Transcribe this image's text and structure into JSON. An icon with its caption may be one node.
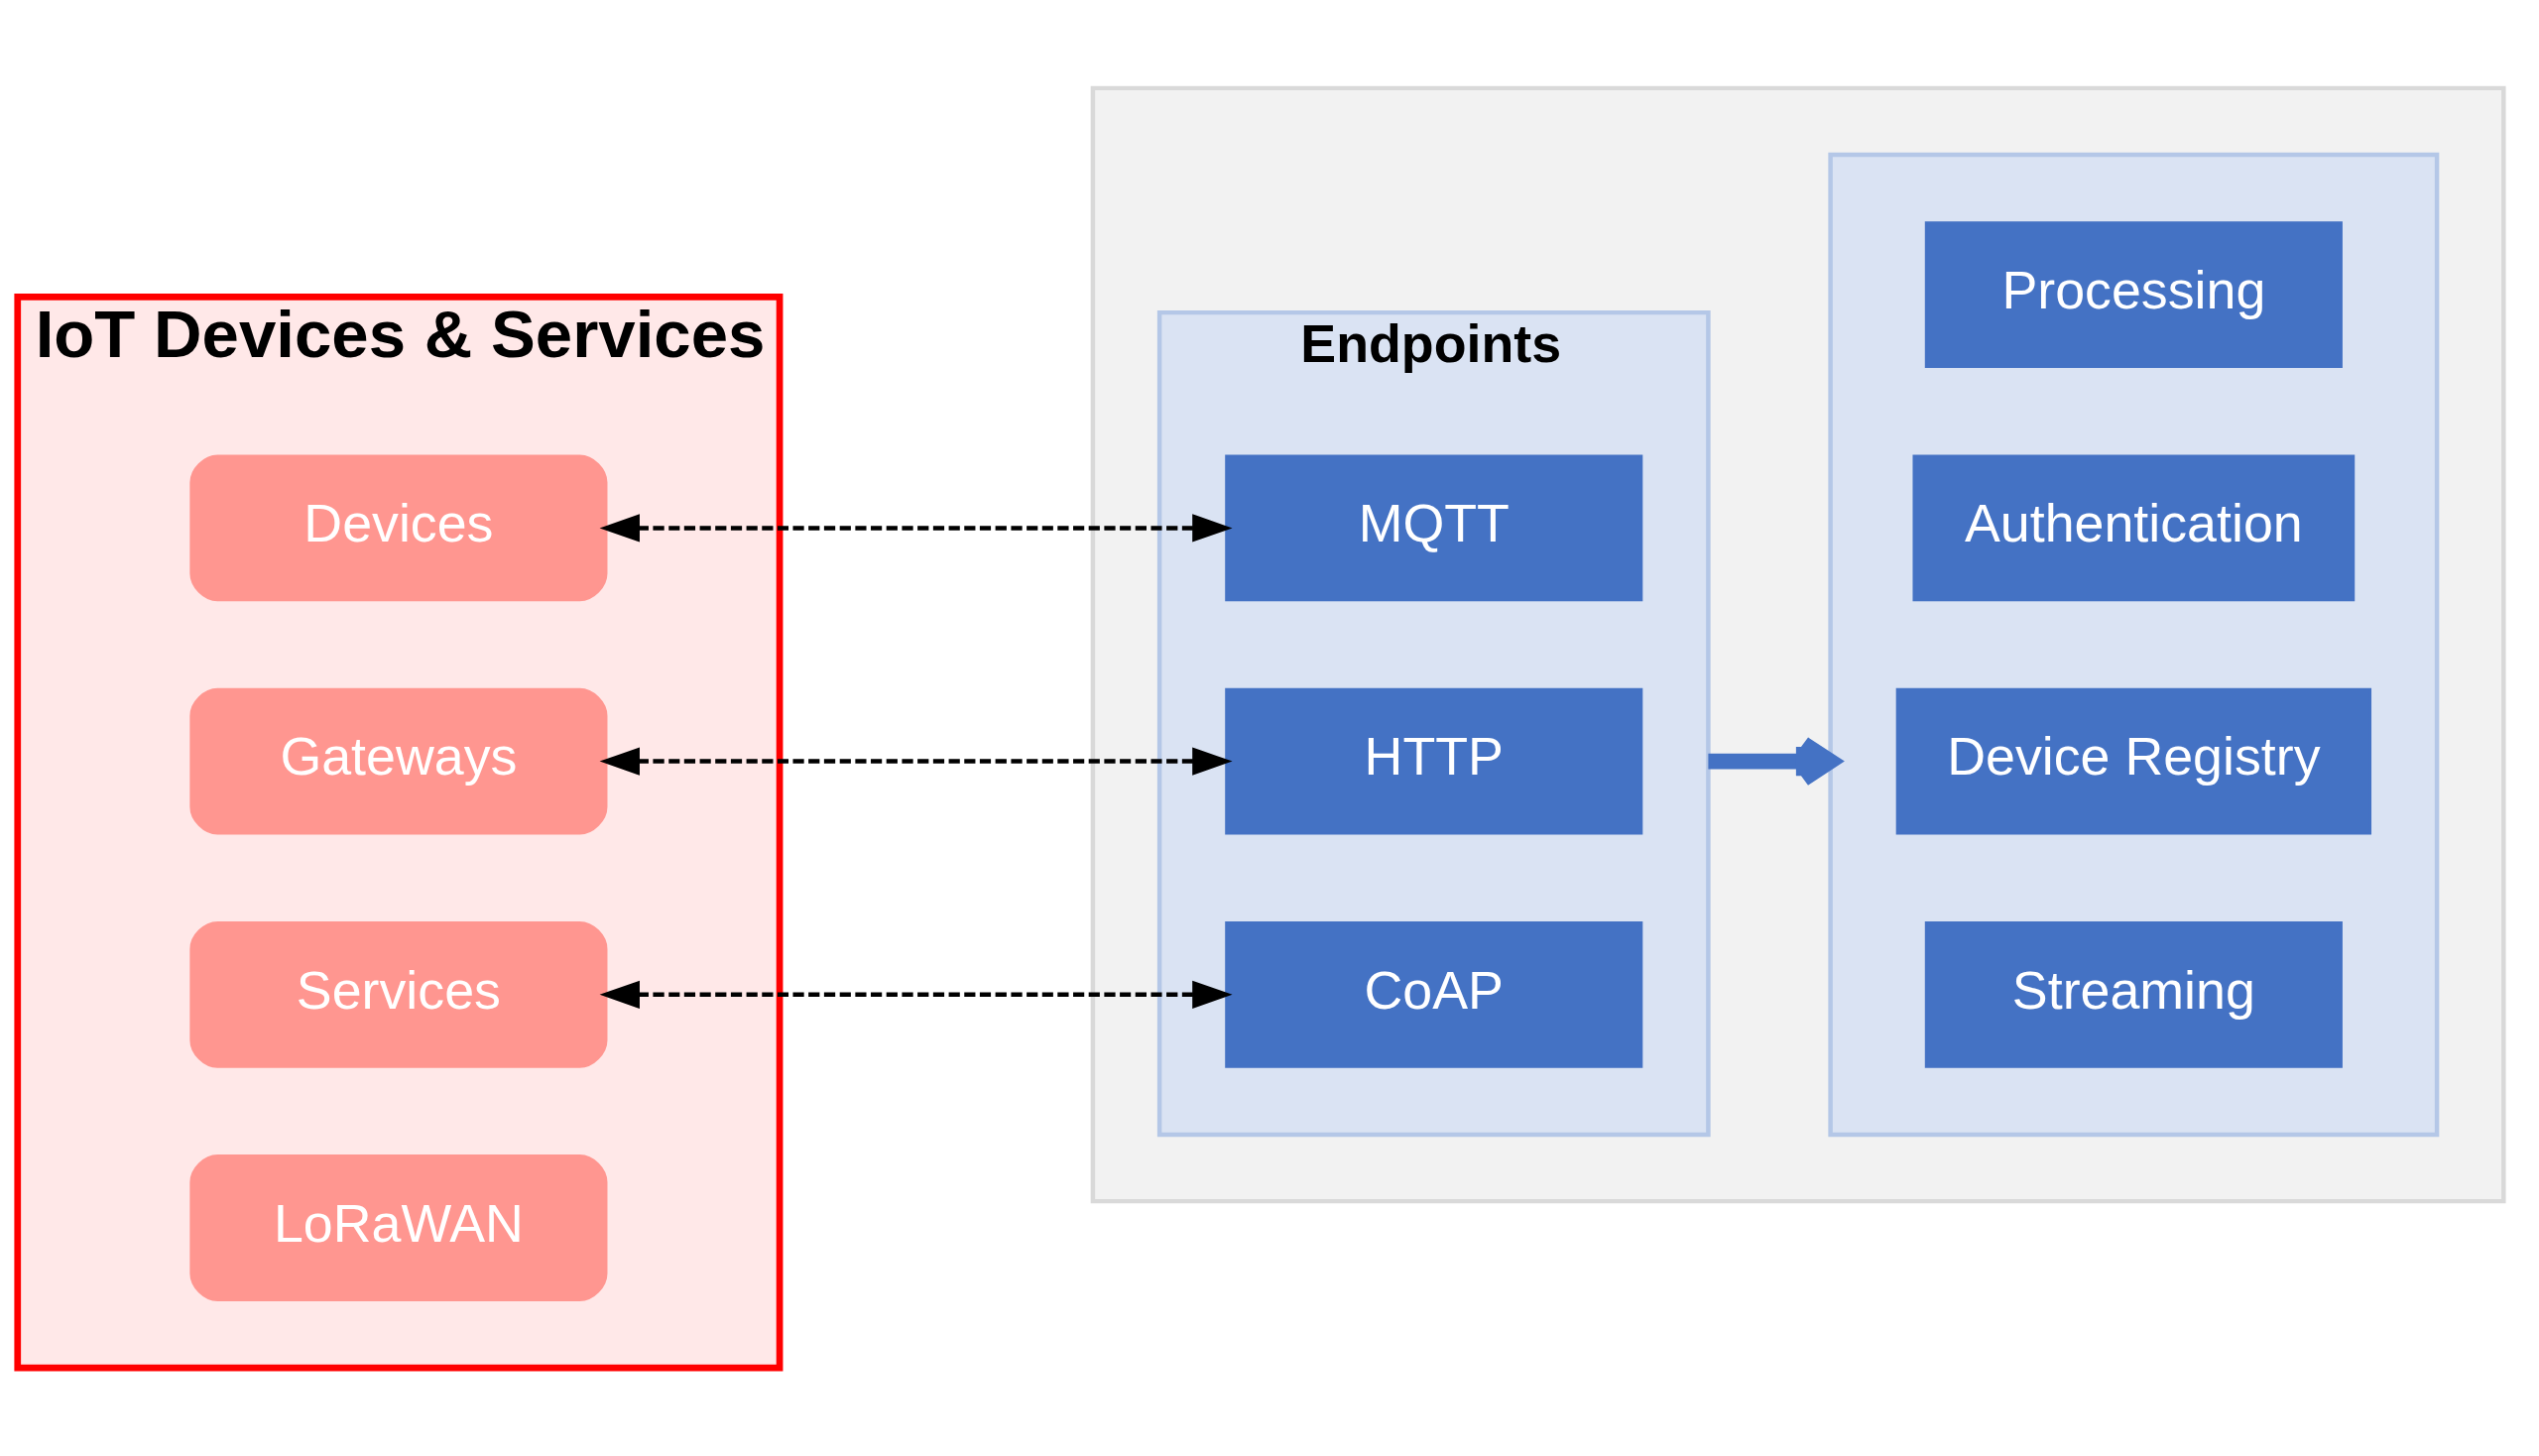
{
  "diagram": {
    "nodes": [
      {
        "text": [
          "IoT Devices & Services"
        ]
      },
      {
        "text": [
          "Devices"
        ],
        "in": 0
      },
      {
        "text": [
          "Gateways"
        ],
        "in": 0
      },
      {
        "text": [
          "Services"
        ],
        "in": 0
      },
      {
        "text": [
          "LoRaWAN"
        ],
        "in": 0
      },
      {
        "text": [],
        "shape": "box"
      },
      {
        "text": [
          "Endpoints"
        ],
        "in": 5
      },
      {
        "text": [
          "MQTT"
        ],
        "in": 6
      },
      {
        "text": [
          "HTTP"
        ],
        "in": 6
      },
      {
        "text": [
          "CoAP"
        ],
        "in": 6
      },
      {
        "text": [],
        "shape": "box",
        "in": 5
      },
      {
        "text": [
          "Processing"
        ],
        "in": 10
      },
      {
        "text": [
          "Authentication"
        ],
        "in": 10
      },
      {
        "text": [
          "Device Registry"
        ],
        "in": 10
      },
      {
        "text": [
          "Streaming"
        ],
        "in": 10
      }
    ],
    "edges": [
      {
        "from": 1,
        "to": 7,
        "arrow": "both",
        "style": "dashed"
      },
      {
        "from": 2,
        "to": 8,
        "arrow": "both",
        "style": "dashed"
      },
      {
        "from": 3,
        "to": 9,
        "arrow": "both",
        "style": "dashed"
      },
      {
        "from": 6,
        "to": 10,
        "arrow": "to",
        "style": "thick",
        "color": "#4472c4"
      }
    ]
  }
}
